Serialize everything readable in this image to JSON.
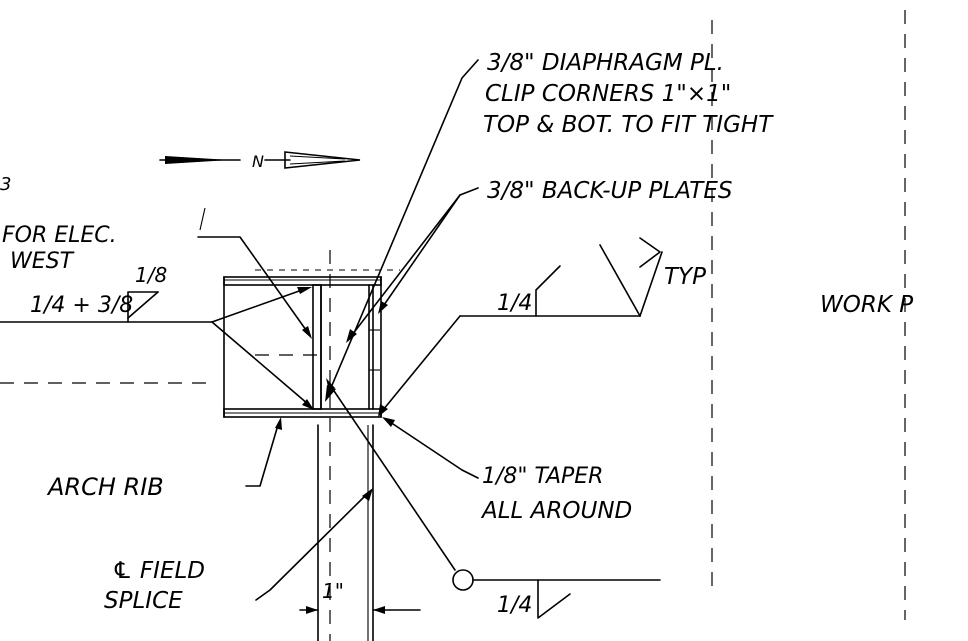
{
  "notes": {
    "diaphragm_line1": "3/8\" DIAPHRAGM PL.",
    "diaphragm_line2": "CLIP CORNERS 1\"×1\"",
    "diaphragm_line3": "TOP & BOT. TO FIT TIGHT",
    "backup": "3/8\" BACK-UP PLATES",
    "elec_line1": "FOR ELEC.",
    "elec_line2": "WEST",
    "weld_frac_a": "1/8",
    "weld_top_size": "1/4 + 3/8",
    "weld_right_size": "1/4",
    "typ": "TYP",
    "work": "WORK P",
    "arch_rib": "ARCH RIB",
    "taper_line1": "1/8\" TAPER",
    "taper_line2": "ALL AROUND",
    "splice_line1": "℄ FIELD",
    "splice_line2": "SPLICE",
    "dim_1in": "1\"",
    "weld_bottom_size": "1/4",
    "north_letter": "N",
    "corner_mark": "3"
  }
}
